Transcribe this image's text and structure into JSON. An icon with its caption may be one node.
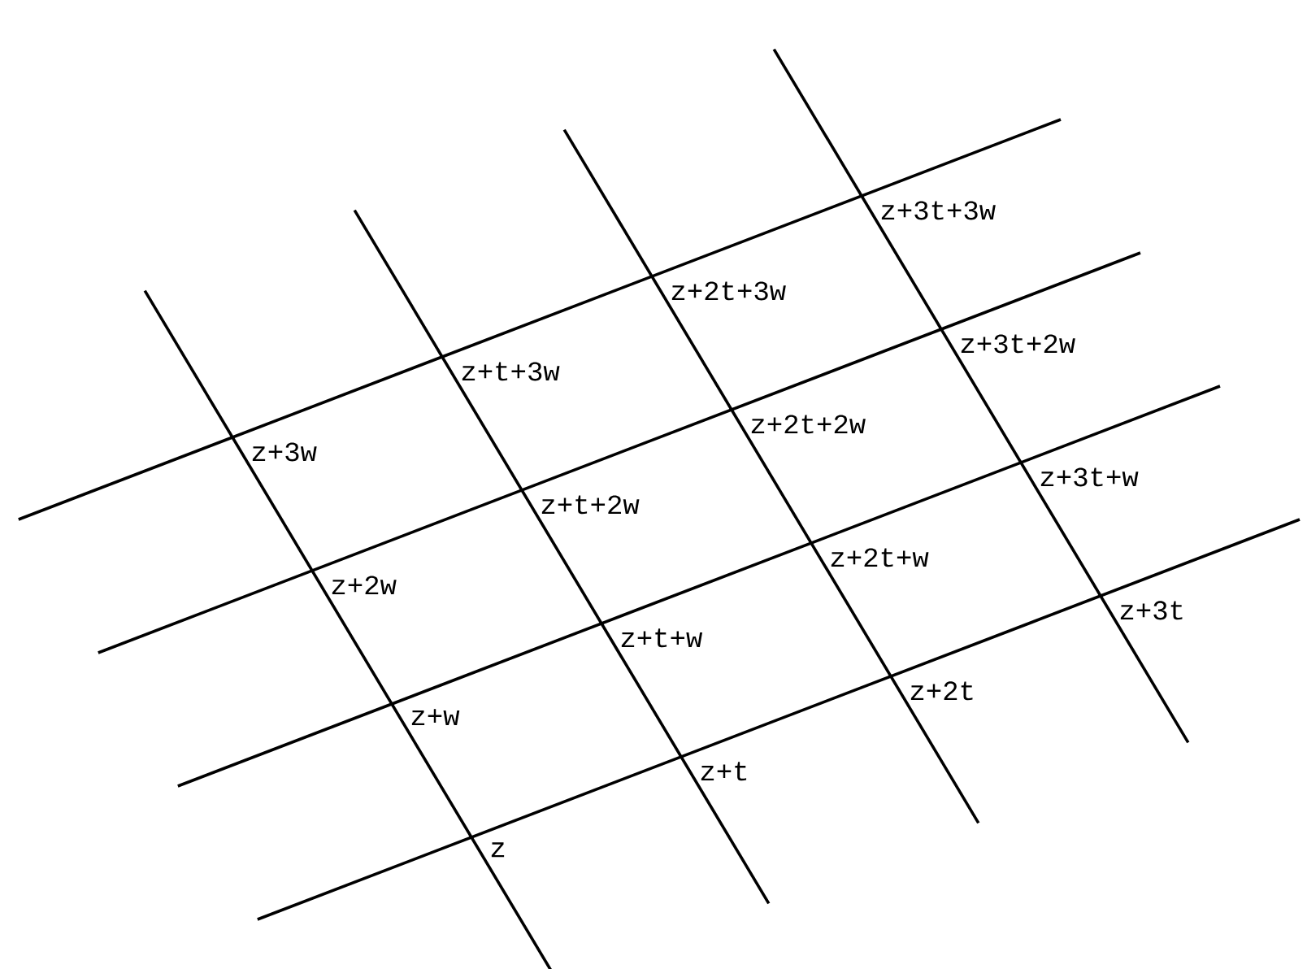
{
  "diagram": {
    "labels": [
      "z+3t+3w",
      "z+2t+3w",
      "z+3t+2w",
      "z+t+3w",
      "z+2t+2w",
      "z+3w",
      "z+3t+w",
      "z+t+2w",
      "z+2t+w",
      "z+2w",
      "z+3t",
      "z+t+w",
      "z+2t",
      "z+w",
      "z+t",
      "z"
    ]
  }
}
